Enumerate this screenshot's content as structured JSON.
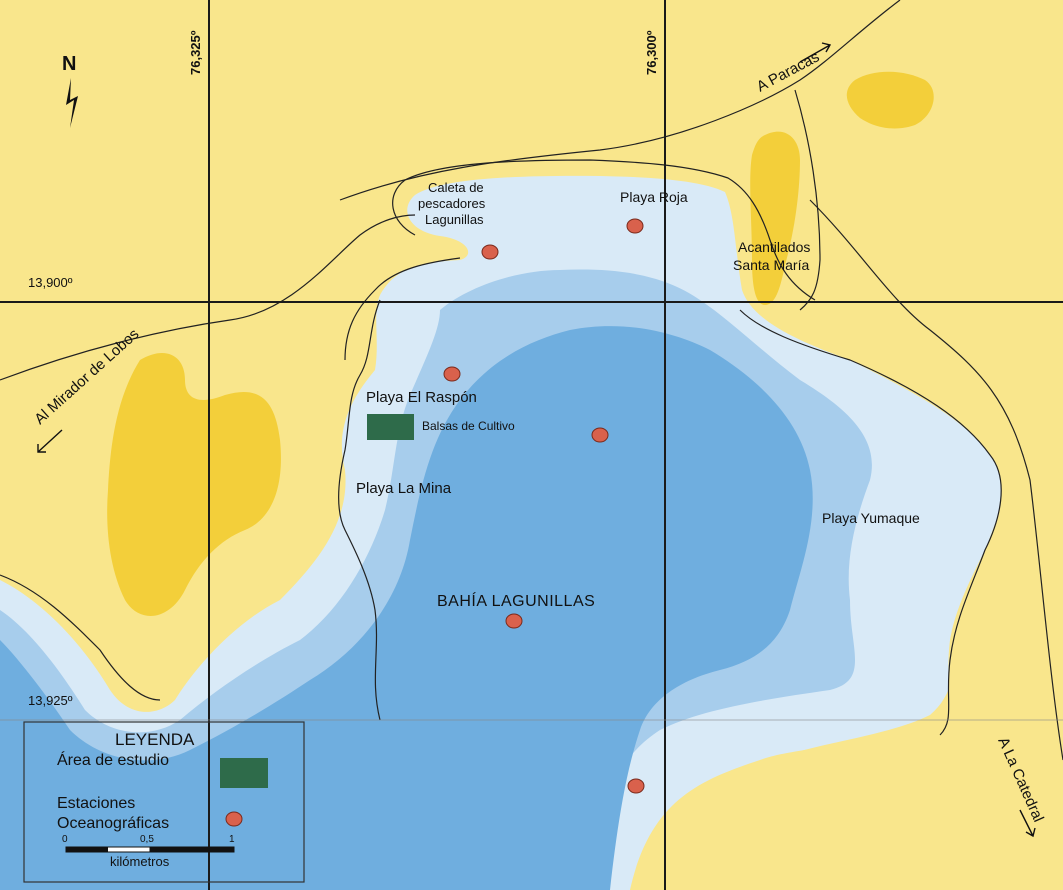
{
  "colors": {
    "land": "#f9e68c",
    "dune": "#f3cf3a",
    "water_shallow": "#d9eaf7",
    "water_mid": "#a7cdec",
    "water_deep": "#6faedf",
    "grid": "#1a1a1a",
    "station": "#d9614c",
    "study_area": "#2e6b4a"
  },
  "north": {
    "letter": "N"
  },
  "coordinates": {
    "lon_left": "76,325º",
    "lon_right": "76,300º",
    "lat_top": "13,900º",
    "lat_bottom": "13,925º"
  },
  "directions": {
    "paracas": "A Paracas",
    "mirador": "Al Mirador de Lobos",
    "catedral": "A La Catedral"
  },
  "places": {
    "caleta_line1": "Caleta de",
    "caleta_line2": "pescadores",
    "caleta_line3": "Lagunillas",
    "playa_roja": "Playa Roja",
    "acantilados_line1": "Acantilados",
    "acantilados_line2": "Santa María",
    "playa_el_raspon": "Playa El Raspón",
    "balsas": "Balsas de Cultivo",
    "playa_la_mina": "Playa La Mina",
    "playa_yumaque": "Playa Yumaque",
    "bahia": "BAHÍA LAGUNILLAS"
  },
  "legend": {
    "title": "LEYENDA",
    "study_area": "Área de estudio",
    "stations_line1": "Estaciones",
    "stations_line2": "Oceanográficas",
    "scale_0": "0",
    "scale_05": "0,5",
    "scale_1": "1",
    "scale_unit": "kilómetros"
  }
}
